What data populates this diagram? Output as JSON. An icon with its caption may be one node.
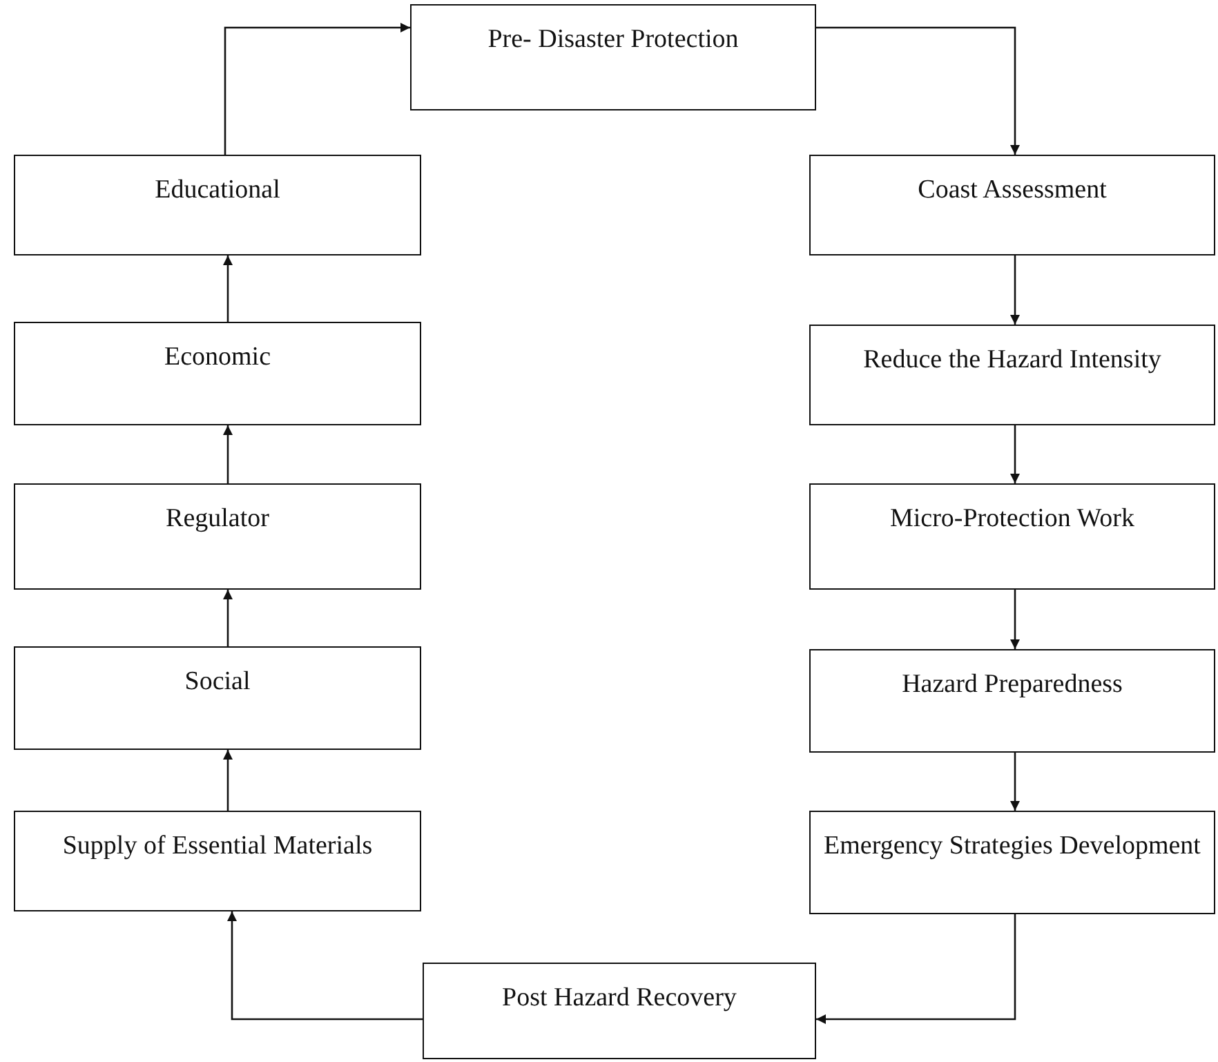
{
  "diagram": {
    "nodes": [
      {
        "text": [
          "Pre- Disaster Protection"
        ]
      },
      {
        "text": [
          "Coast Assessment"
        ]
      },
      {
        "text": [
          "Reduce the Hazard Intensity"
        ]
      },
      {
        "text": [
          "Micro-Protection Work"
        ]
      },
      {
        "text": [
          "Hazard Preparedness"
        ]
      },
      {
        "text": [
          "Emergency Strategies Development"
        ]
      },
      {
        "text": [
          "Post Hazard Recovery"
        ]
      },
      {
        "text": [
          "Supply of Essential Materials"
        ]
      },
      {
        "text": [
          "Social"
        ]
      },
      {
        "text": [
          "Regulator"
        ]
      },
      {
        "text": [
          "Economic"
        ]
      },
      {
        "text": [
          "Educational"
        ]
      }
    ],
    "edges": [
      {
        "from": 0,
        "to": 1,
        "arrow": "to"
      },
      {
        "from": 1,
        "to": 2,
        "arrow": "to"
      },
      {
        "from": 2,
        "to": 3,
        "arrow": "to"
      },
      {
        "from": 3,
        "to": 4,
        "arrow": "to"
      },
      {
        "from": 4,
        "to": 5,
        "arrow": "to"
      },
      {
        "from": 5,
        "to": 6,
        "arrow": "to"
      },
      {
        "from": 6,
        "to": 7,
        "arrow": "to"
      },
      {
        "from": 7,
        "to": 8,
        "arrow": "to"
      },
      {
        "from": 8,
        "to": 9,
        "arrow": "to"
      },
      {
        "from": 9,
        "to": 10,
        "arrow": "to"
      },
      {
        "from": 10,
        "to": 11,
        "arrow": "to"
      },
      {
        "from": 11,
        "to": 0,
        "arrow": "to"
      }
    ]
  }
}
